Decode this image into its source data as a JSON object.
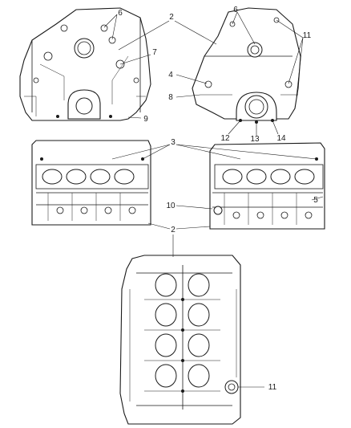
{
  "diagram": {
    "callouts": [
      {
        "id": "c2-top",
        "text": "2"
      },
      {
        "id": "c6-left",
        "text": "6"
      },
      {
        "id": "c7",
        "text": "7"
      },
      {
        "id": "c9",
        "text": "9"
      },
      {
        "id": "c6-right",
        "text": "6"
      },
      {
        "id": "c11-top",
        "text": "11"
      },
      {
        "id": "c4",
        "text": "4"
      },
      {
        "id": "c8",
        "text": "8"
      },
      {
        "id": "c12",
        "text": "12"
      },
      {
        "id": "c13",
        "text": "13"
      },
      {
        "id": "c14",
        "text": "14"
      },
      {
        "id": "c3",
        "text": "3"
      },
      {
        "id": "c10",
        "text": "10"
      },
      {
        "id": "c5",
        "text": "5"
      },
      {
        "id": "c2-mid",
        "text": "2"
      },
      {
        "id": "c11-bottom",
        "text": "11"
      }
    ]
  }
}
